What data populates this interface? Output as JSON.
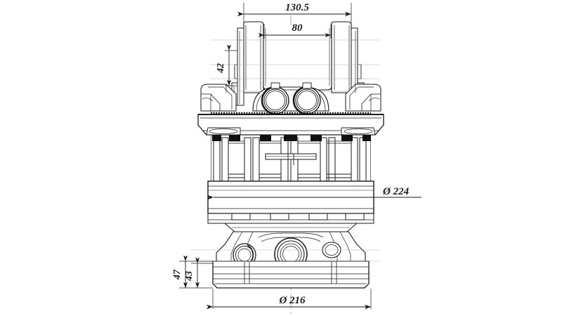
{
  "drawing": {
    "type": "technical-engineering-drawing",
    "subject": "hydraulic rotator assembly front elevation",
    "background_color": "#ffffff",
    "line_color": "#1a1a1a",
    "center_line_color": "#8a8a8a"
  },
  "dimensions": {
    "top_overall": "130.5",
    "top_inner": "80",
    "left_upper": "42",
    "right_diameter": "Ø 224",
    "left_lower_outer": "47",
    "left_lower_inner": "43",
    "bottom_diameter": "Ø 216"
  },
  "symbols": {
    "diameter": "Ø"
  }
}
